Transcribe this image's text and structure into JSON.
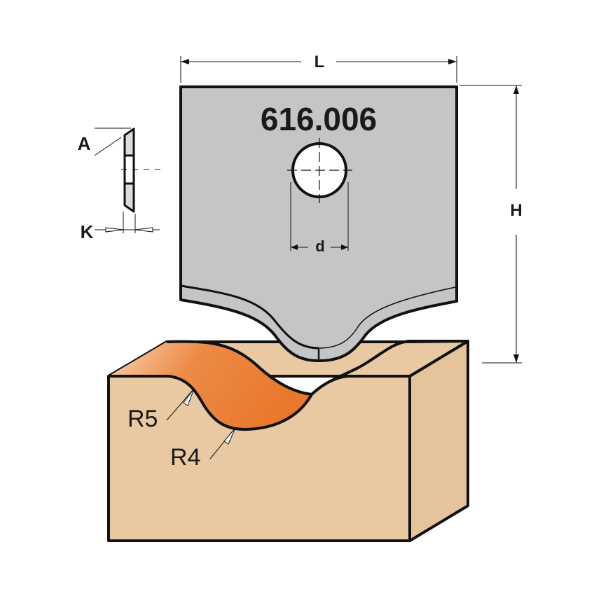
{
  "product_code": "616.006",
  "dimensions": {
    "length": "L",
    "height": "H",
    "hole_diameter": "d",
    "angle": "A",
    "thickness": "K"
  },
  "radii": [
    "R5",
    "R4"
  ],
  "colors": {
    "knife": "#c3c5c6",
    "wood": "#e8c9a2",
    "cut_profile": "#e9782b",
    "outline": "#111111"
  }
}
